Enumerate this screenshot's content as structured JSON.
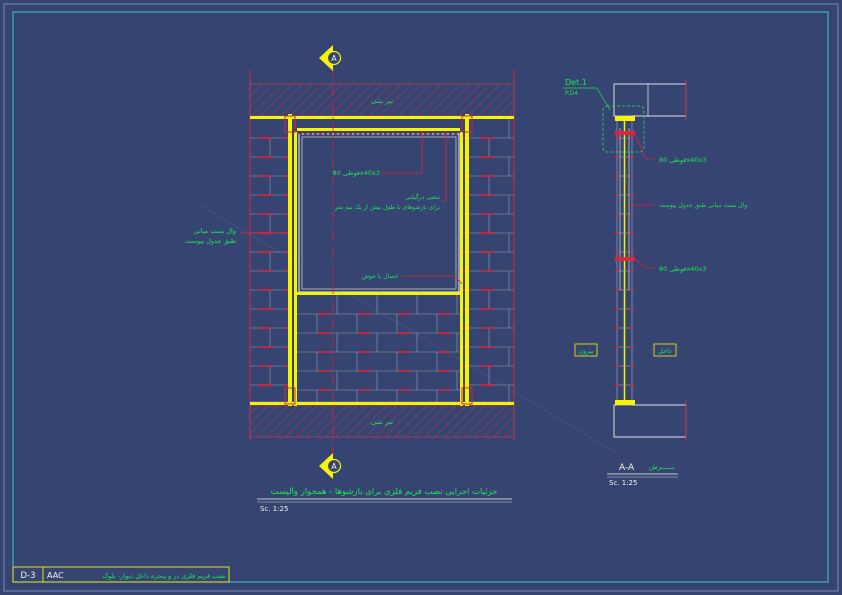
{
  "colors": {
    "background": "#354470",
    "frame": "#3fc6d6",
    "annotation": "#22e25a",
    "steel": "#f5f500",
    "red": "#e0243a",
    "grey": "#9aa0b4",
    "white": "#f2f2f2"
  },
  "elevation": {
    "beam_top_label": "تیر بتنی",
    "beam_bottom_label": "تیر بتنی",
    "section_marker_top": "A",
    "section_marker_bottom": "A",
    "profile_note": "قوطی 80x40x3",
    "anchor_note_line1": "نبشی درگیلنی",
    "anchor_note_line2": "برای بازشوهای با طول بیش از یک نیم متر",
    "left_note_line1": "وال پست میانی",
    "left_note_line2": "طبق جدول پیوست",
    "weld_note": "اتصال با جوش",
    "title": "جزئیات اجرایی نصب فریم فلزی برای بازشوها - همجوار والپست",
    "scale": "Sc. 1:25"
  },
  "section": {
    "detail_ref": "Det.1",
    "detail_sheet": "P.D4",
    "profile_note_top": "قوطی 80x40x3",
    "wallpost_note": "وال پست میانی طبق جدول پیوست",
    "profile_note_bottom": "قوطی 80x40x3",
    "outside_label": "بیرون",
    "inside_label": "داخل",
    "title_word": "بـــــرش",
    "title_code": "A-A",
    "scale": "Sc. 1:25"
  },
  "title_block": {
    "sheet_code": "D-3",
    "system": "AAC",
    "description": "نصب فریم فلزی در و پنجره داخل دیوار- بلوک"
  }
}
